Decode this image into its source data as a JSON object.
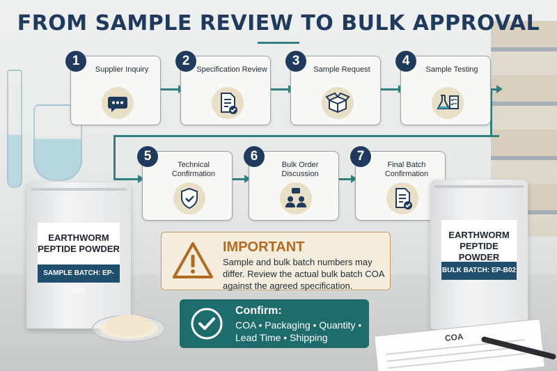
{
  "title": "FROM SAMPLE REVIEW TO BULK APPROVAL",
  "steps": [
    {
      "number": "1",
      "label": "Supplier Inquiry",
      "icon": "chat-bubble-icon"
    },
    {
      "number": "2",
      "label": "Specification Review",
      "icon": "document-check-icon"
    },
    {
      "number": "3",
      "label": "Sample Request",
      "icon": "open-box-icon"
    },
    {
      "number": "4",
      "label": "Sample Testing",
      "icon": "flask-clipboard-icon"
    },
    {
      "number": "5",
      "label": "Technical Confirmation",
      "icon": "shield-check-icon"
    },
    {
      "number": "6",
      "label": "Bulk Order Discussion",
      "icon": "meeting-icon"
    },
    {
      "number": "7",
      "label": "Final Batch Confirmation",
      "icon": "document-check-icon"
    }
  ],
  "important": {
    "heading": "IMPORTANT",
    "text": "Sample and bulk batch numbers may differ. Review the actual bulk batch COA against the agreed specification."
  },
  "confirm": {
    "heading": "Confirm:",
    "text": "COA • Packaging • Quantity • Lead Time • Shipping"
  },
  "bags": {
    "sample": {
      "name": "EARTHWORM PEPTIDE POWDER",
      "batch": "SAMPLE BATCH: EP-S01"
    },
    "bulk": {
      "name": "EARTHWORM PEPTIDE POWDER",
      "batch": "BULK BATCH: EP-B02"
    }
  },
  "document_label": "COA",
  "colors": {
    "navy": "#1f3a5c",
    "teal": "#2e7f80",
    "orange": "#b26a21",
    "cream": "#f4ecdc"
  }
}
